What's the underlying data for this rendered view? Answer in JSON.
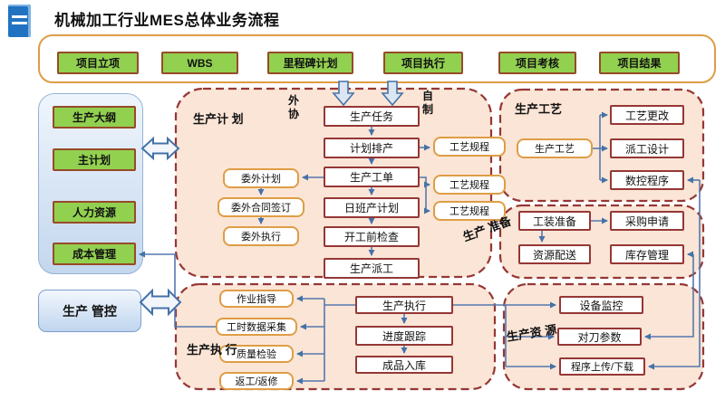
{
  "title": "机械加工行业MES总体业务流程",
  "top_row": {
    "items": [
      "项目立项",
      "WBS",
      "里程碑计划",
      "项目执行",
      "项目考核",
      "项目结果"
    ]
  },
  "left_panel": {
    "items": [
      "生产大纲",
      "主计划",
      "人力资源",
      "成本管理"
    ]
  },
  "production_control": {
    "label": "生产 管控"
  },
  "plan": {
    "label": "生产计 划",
    "outsource_tag": "外协",
    "inhouse_tag": "自制",
    "chain": [
      "生产任务",
      "计划排产",
      "生产工单",
      "日班产计划",
      "开工前检查",
      "生产派工"
    ],
    "outsource": [
      "委外计划",
      "委外合同签订",
      "委外执行"
    ],
    "specs": [
      "工艺规程",
      "工艺规程",
      "工艺规程"
    ]
  },
  "craft": {
    "label": "生产工艺",
    "source": "生产工艺",
    "targets": [
      "工艺更改",
      "派工设计",
      "数控程序"
    ]
  },
  "prep": {
    "label": "生产 准备",
    "boxes": [
      "工装准备",
      "采购申请",
      "资源配送",
      "库存管理"
    ]
  },
  "exec": {
    "label": "生产执 行",
    "inputs": [
      "作业指导",
      "工时数据采集",
      "质量检验",
      "返工/返修"
    ],
    "chain": [
      "生产执行",
      "进度跟踪",
      "成品入库"
    ]
  },
  "resource": {
    "label": "生产资 源",
    "boxes": [
      "设备监控",
      "对刀参数",
      "程序上传/下载"
    ]
  },
  "colors": {
    "section_fill": "#FBE5D6",
    "section_border": "#953735",
    "green_fill": "#92D050",
    "green_border": "#964B28",
    "orange_border": "#DE9D45",
    "dark_red_border": "#953735",
    "connector": "#5578AE",
    "panel_blue": "#C3D7EE"
  }
}
